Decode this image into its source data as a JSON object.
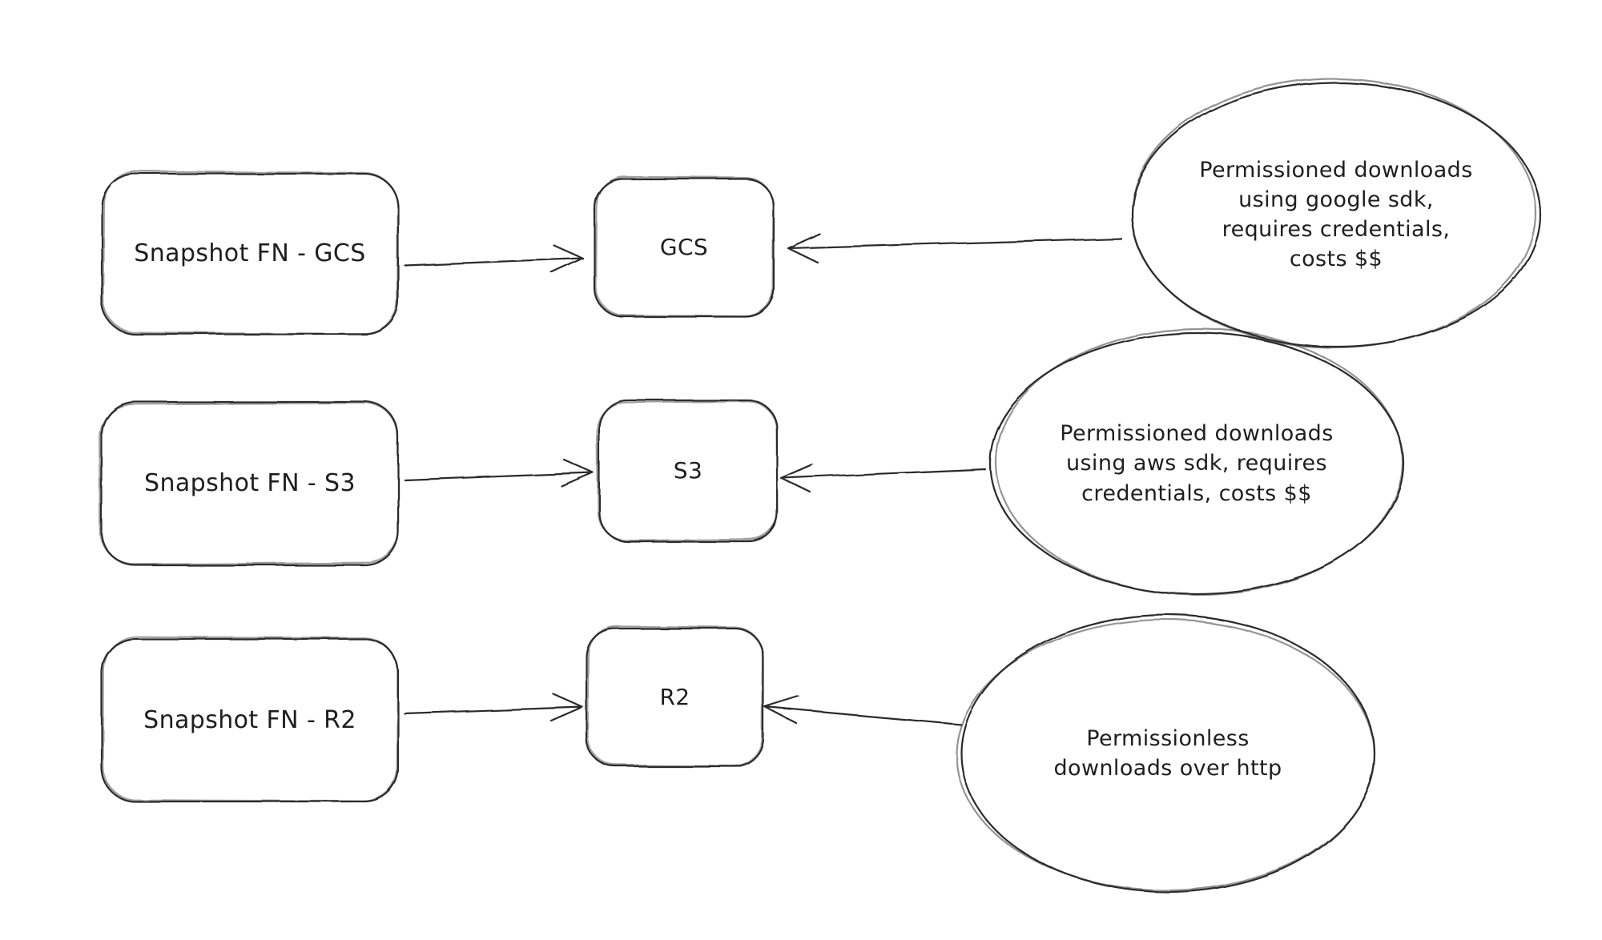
{
  "canvas": {
    "background": "#ffffff",
    "stroke_color": "#1e1e1e"
  },
  "nodes": {
    "snapshot_gcs": {
      "label": "Snapshot FN - GCS",
      "shape": "rounded-rectangle"
    },
    "snapshot_s3": {
      "label": "Snapshot FN - S3",
      "shape": "rounded-rectangle"
    },
    "snapshot_r2": {
      "label": "Snapshot FN - R2",
      "shape": "rounded-rectangle"
    },
    "gcs": {
      "label": "GCS",
      "shape": "rounded-rectangle"
    },
    "s3": {
      "label": "S3",
      "shape": "rounded-rectangle"
    },
    "r2": {
      "label": "R2",
      "shape": "rounded-rectangle"
    },
    "note_gcs": {
      "label": "Permissioned downloads\nusing google sdk,\nrequires credentials,\ncosts $$",
      "shape": "ellipse"
    },
    "note_s3": {
      "label": "Permissioned downloads\nusing aws sdk, requires\ncredentials, costs $$",
      "shape": "ellipse"
    },
    "note_r2": {
      "label": "Permissionless\ndownloads over http",
      "shape": "ellipse"
    }
  },
  "edges": [
    {
      "from": "snapshot_gcs",
      "to": "gcs"
    },
    {
      "from": "note_gcs",
      "to": "gcs"
    },
    {
      "from": "snapshot_s3",
      "to": "s3"
    },
    {
      "from": "note_s3",
      "to": "s3"
    },
    {
      "from": "snapshot_r2",
      "to": "r2"
    },
    {
      "from": "note_r2",
      "to": "r2"
    }
  ]
}
